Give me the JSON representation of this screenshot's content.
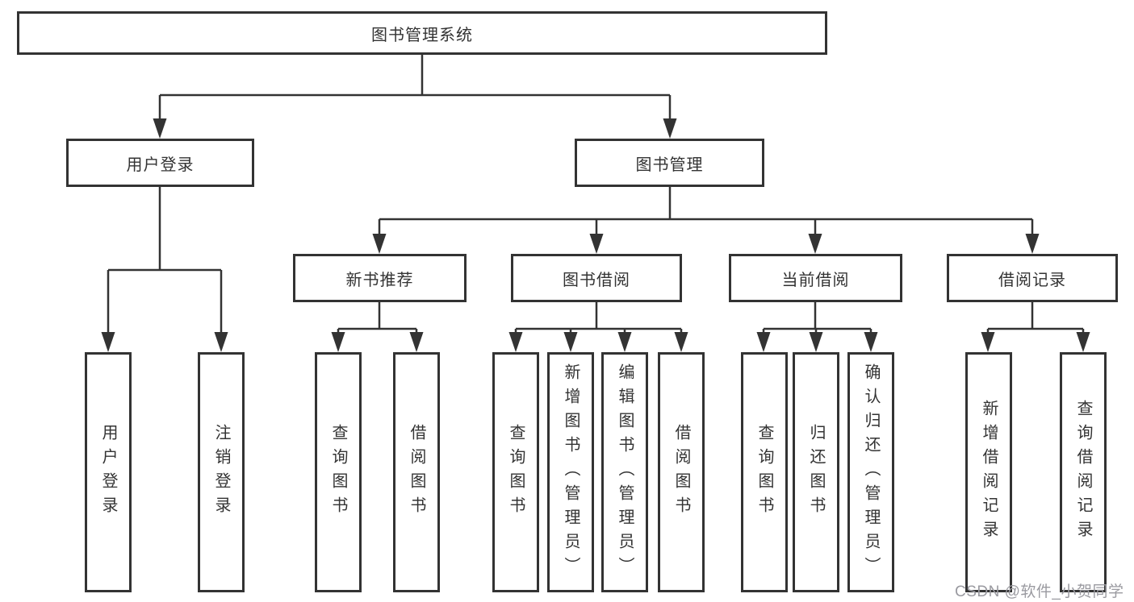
{
  "diagram": {
    "root": {
      "label": "图书管理系统"
    },
    "level2": [
      {
        "label": "用户登录"
      },
      {
        "label": "图书管理"
      }
    ],
    "level3": [
      {
        "label": "新书推荐"
      },
      {
        "label": "图书借阅"
      },
      {
        "label": "当前借阅"
      },
      {
        "label": "借阅记录"
      }
    ],
    "leaves": {
      "user_login": [
        "用户登录",
        "注销登录"
      ],
      "new_book_recommend": [
        "查询图书",
        "借阅图书"
      ],
      "book_borrow": [
        "查询图书",
        "新增图书（管理员）",
        "编辑图书（管理员）",
        "借阅图书"
      ],
      "current_borrow": [
        "查询图书",
        "归还图书",
        "确认归还（管理员）"
      ],
      "borrow_record": [
        "新增借阅记录",
        "查询借阅记录"
      ]
    }
  },
  "watermark": {
    "text": "CSDN @软件_小贺同学",
    "color": "#9a9aa0"
  },
  "colors": {
    "line": "#333333",
    "box_border": "#333333",
    "text": "#333333",
    "background": "#ffffff"
  }
}
